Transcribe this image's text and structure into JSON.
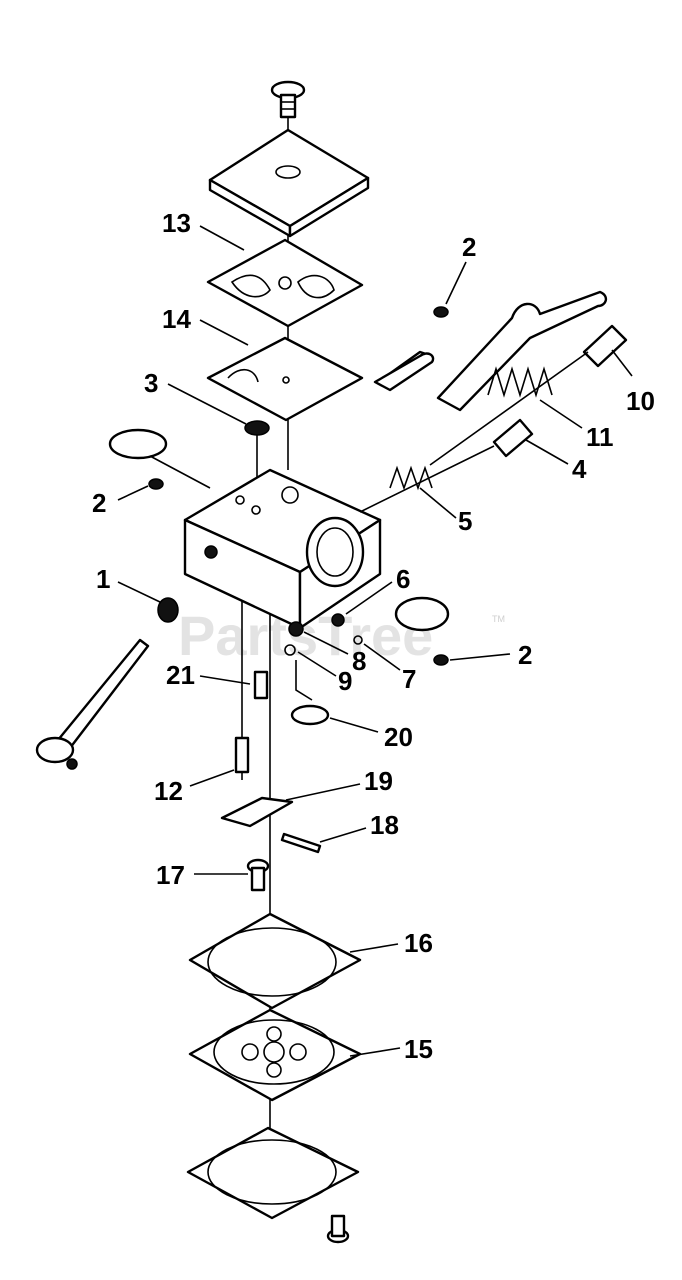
{
  "watermark": {
    "text": "PartsTree",
    "tm": "TM"
  },
  "callouts": [
    {
      "id": "c2a",
      "label": "2"
    },
    {
      "id": "c13",
      "label": "13"
    },
    {
      "id": "c14",
      "label": "14"
    },
    {
      "id": "c3",
      "label": "3"
    },
    {
      "id": "c10",
      "label": "10"
    },
    {
      "id": "c11",
      "label": "11"
    },
    {
      "id": "c4",
      "label": "4"
    },
    {
      "id": "c2b",
      "label": "2"
    },
    {
      "id": "c5",
      "label": "5"
    },
    {
      "id": "c1",
      "label": "1"
    },
    {
      "id": "c6",
      "label": "6"
    },
    {
      "id": "c2c",
      "label": "2"
    },
    {
      "id": "c8",
      "label": "8"
    },
    {
      "id": "c7",
      "label": "7"
    },
    {
      "id": "c21",
      "label": "21"
    },
    {
      "id": "c9",
      "label": "9"
    },
    {
      "id": "c20",
      "label": "20"
    },
    {
      "id": "c19",
      "label": "19"
    },
    {
      "id": "c12",
      "label": "12"
    },
    {
      "id": "c18",
      "label": "18"
    },
    {
      "id": "c17",
      "label": "17"
    },
    {
      "id": "c16",
      "label": "16"
    },
    {
      "id": "c15",
      "label": "15"
    }
  ]
}
